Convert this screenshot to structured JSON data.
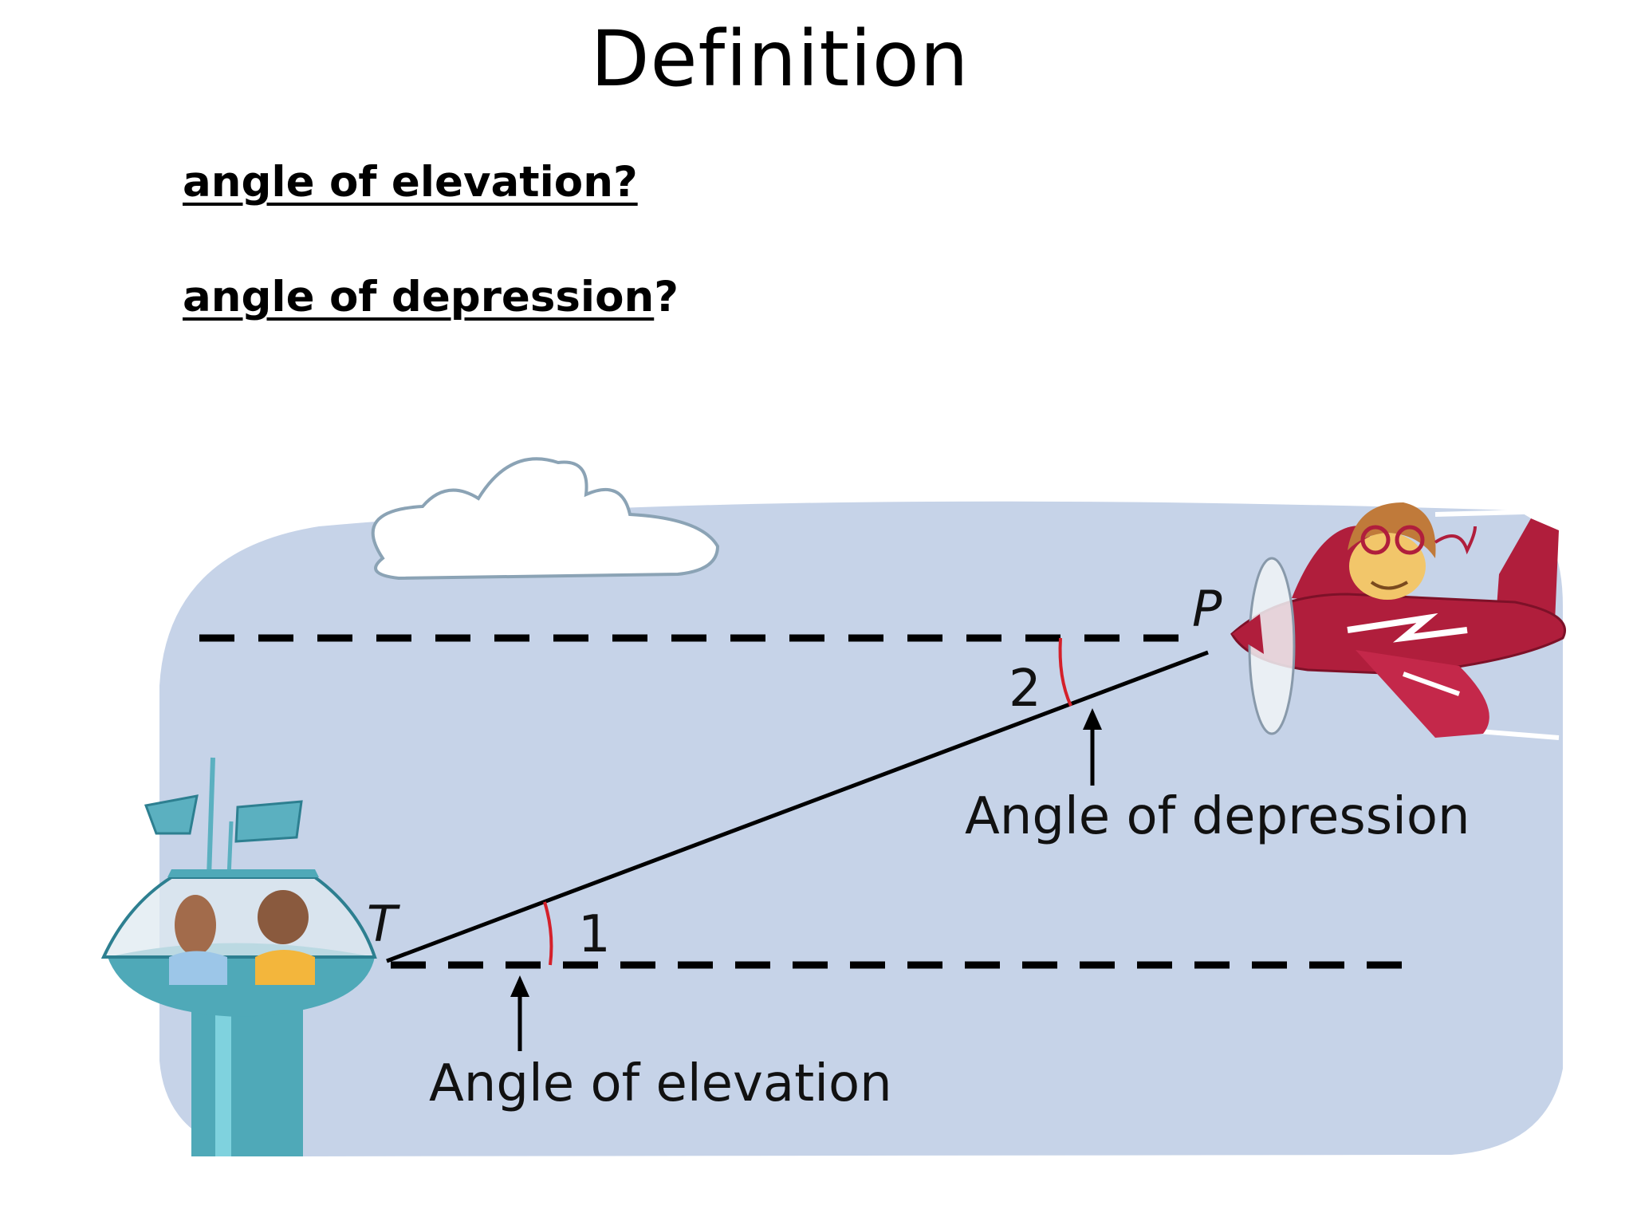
{
  "slide": {
    "title": "Definition",
    "questions": [
      {
        "term": "angle of elevation?",
        "suffix": ""
      },
      {
        "term": "angle of depression",
        "suffix": "?"
      }
    ]
  },
  "diagram": {
    "point_tower": "T",
    "point_plane": "P",
    "angle_1_label": "1",
    "angle_2_label": "2",
    "caption_depression": "Angle of depression",
    "caption_elevation": "Angle of elevation",
    "colors": {
      "sky": "#c6d3e8",
      "angle_arc": "#d4202a",
      "plane": "#b01e3c",
      "tower": "#4fa9b8"
    }
  }
}
